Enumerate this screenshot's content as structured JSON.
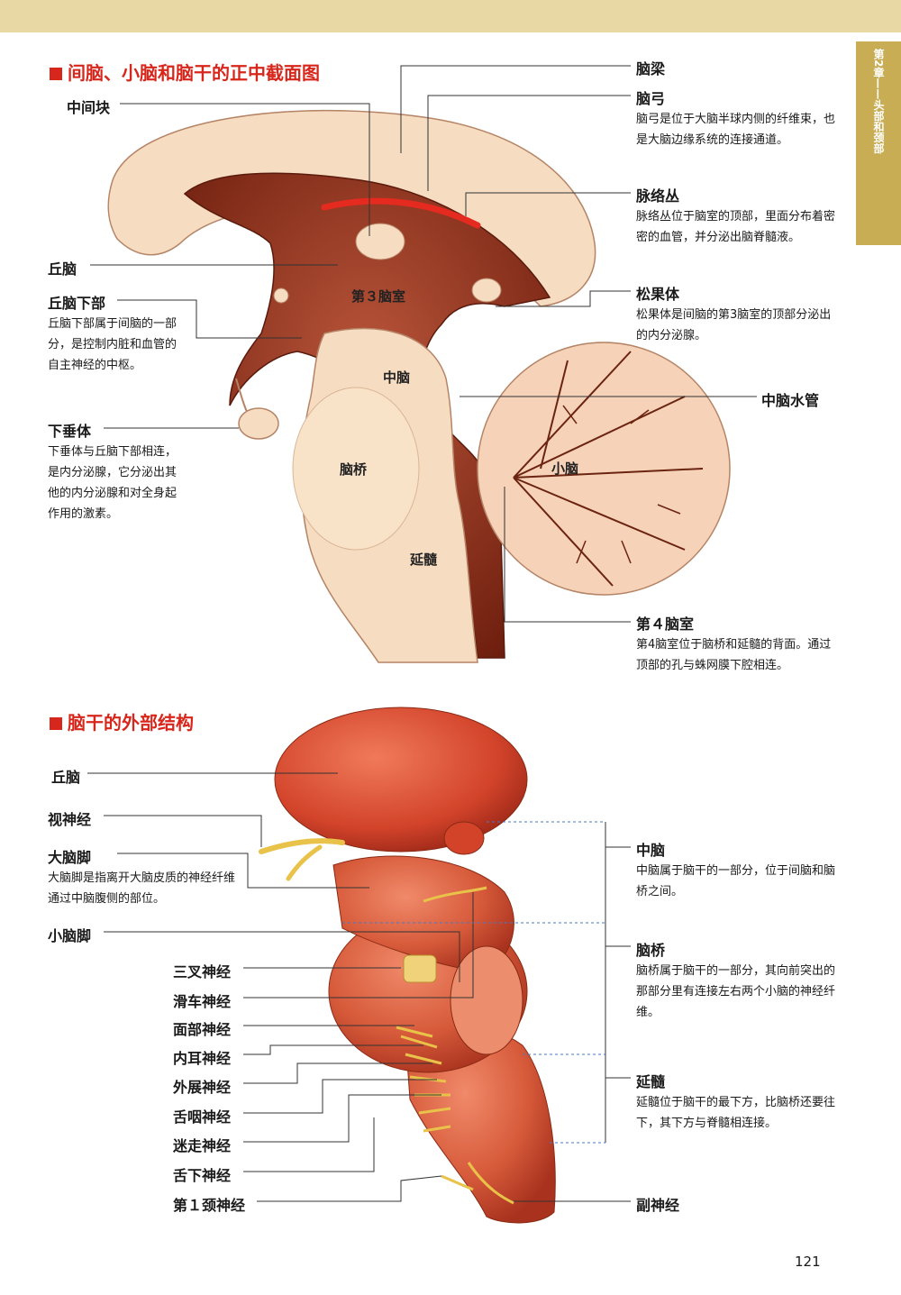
{
  "header": {
    "side_tab": "第2章——头部和颈部"
  },
  "section1": {
    "title": "间脑、小脑和脑干的正中截面图",
    "left_labels": {
      "thalamic_adhesion": "中间块",
      "thalamus": "丘脑",
      "hypothalamus": "丘脑下部",
      "hypothalamus_desc": "丘脑下部属于间脑的一部分，是控制内脏和血管的自主神经的中枢。",
      "pituitary": "下垂体",
      "pituitary_desc": "下垂体与丘脑下部相连，是内分泌腺，它分泌出其他的内分泌腺和对全身起作用的激素。"
    },
    "right_labels": {
      "corpus_callosum": "脑梁",
      "fornix": "脑弓",
      "fornix_desc": "脑弓是位于大脑半球内侧的纤维束，也是大脑边缘系统的连接通道。",
      "choroid_plexus": "脉络丛",
      "choroid_plexus_desc": "脉络丛位于脑室的顶部，里面分布着密密的血管，并分泌出脑脊髓液。",
      "pineal": "松果体",
      "pineal_desc": "松果体是间脑的第3脑室的顶部分泌出的内分泌腺。",
      "aqueduct": "中脑水管",
      "fourth_ventricle": "第４脑室",
      "fourth_ventricle_desc": "第4脑室位于脑桥和延髓的背面。通过顶部的孔与蛛网膜下腔相连。"
    },
    "inner_labels": {
      "third_ventricle": "第３脑室",
      "midbrain": "中脑",
      "pons": "脑桥",
      "medulla": "延髓",
      "cerebellum": "小脑"
    }
  },
  "section2": {
    "title": "脑干的外部结构",
    "left_labels": {
      "thalamus": "丘脑",
      "optic_nerve": "视神经",
      "cerebral_peduncle": "大脑脚",
      "cerebral_peduncle_desc": "大脑脚是指离开大脑皮质的神经纤维通过中脑腹侧的部位。",
      "cerebellar_peduncle": "小脑脚",
      "trigeminal": "三叉神经",
      "trochlear": "滑车神经",
      "facial": "面部神经",
      "vestibulocochlear": "内耳神经",
      "abducens": "外展神经",
      "glossopharyngeal": "舌咽神经",
      "vagus": "迷走神经",
      "hypoglossal": "舌下神经",
      "cervical1": "第１颈神经"
    },
    "right_labels": {
      "midbrain": "中脑",
      "midbrain_desc": "中脑属于脑干的一部分，位于间脑和脑桥之间。",
      "pons": "脑桥",
      "pons_desc": "脑桥属于脑干的一部分，其向前突出的那部分里有连接左右两个小脑的神经纤维。",
      "medulla": "延髓",
      "medulla_desc": "延髓位于脑干的最下方，比脑桥还要往下，其下方与脊髓相连接。",
      "accessory": "副神经"
    }
  },
  "page_number": "121",
  "colors": {
    "accent_red": "#d7261b",
    "tab_gold": "#c9ad55",
    "band": "#e8d9a4",
    "brain_cream": "#f6dcc0",
    "ventricle_brown": "#8a2a14",
    "brainstem_red": "#d65a3a"
  }
}
